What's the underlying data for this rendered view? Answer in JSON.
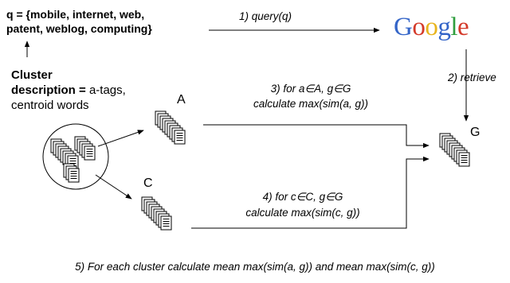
{
  "query": {
    "line1": "q = {mobile, internet, web,",
    "line2": "patent, weblog, computing}"
  },
  "cluster_description": {
    "line1": "Cluster",
    "line2_bold": "description =",
    "line2_rest": " a-tags,",
    "line3": "centroid words"
  },
  "steps": {
    "query_label": "1) query(q)",
    "retrieve_label": "2) retrieve",
    "step3_line1": "3) for a∈A, g∈G",
    "step3_line2": "calculate max(sim(a, g))",
    "step4_line1": "4) for c∈C, g∈G",
    "step4_line2": "calculate max(sim(c, g))",
    "step5": "5) For each cluster calculate mean max(sim(a, g)) and mean max(sim(c, g))"
  },
  "google_logo": {
    "letters": [
      "G",
      "o",
      "o",
      "g",
      "l",
      "e"
    ],
    "colors": [
      "#3465c8",
      "#d43a2a",
      "#e8b41d",
      "#3465c8",
      "#2f9e3e",
      "#d43a2a"
    ]
  },
  "document_sets": {
    "a": "A",
    "c": "C",
    "g": "G"
  },
  "icons": [
    "document-stack-icon",
    "cluster-circle-icon",
    "arrow-icon"
  ]
}
